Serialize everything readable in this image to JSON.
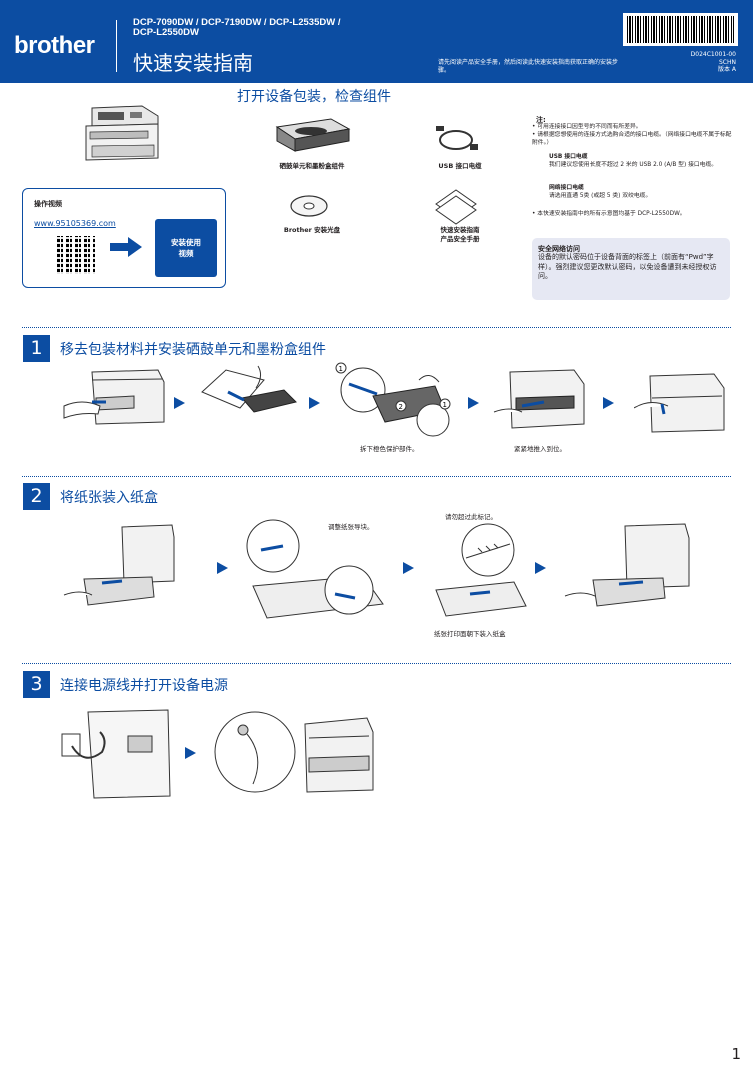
{
  "header": {
    "brand": "brother",
    "models": "DCP-7090DW / DCP-7190DW / DCP-L2535DW /\nDCP-L2550DW",
    "title": "快速安装指南",
    "note": "请先阅读产品安全手册，然后阅读此快速安装指南获取正确的安装步骤。",
    "doc_code": "D024C1001-00",
    "lang": "SCHN",
    "version": "版本 A"
  },
  "unbox": {
    "title": "打开设备包装，检查组件",
    "components": [
      {
        "label": "硒鼓单元和墨粉盒组件"
      },
      {
        "label": "USB 接口电缆"
      },
      {
        "label": "Brother 安装光盘"
      },
      {
        "label": "快速安装指南\n产品安全手册"
      }
    ]
  },
  "video": {
    "title": "操作视频",
    "url": "www.95105369.com",
    "button": "安装使用\n视频"
  },
  "notes": {
    "title": "注:",
    "items": [
      "• 可用连接接口因型号的不同而有所差异。",
      "• 请根据您想使用的连接方式选购合适的接口电缆。（网络接口电缆不属于标配附件。）"
    ],
    "usb_title": "USB 接口电缆",
    "usb_text": "我们建议您使用长度不超过 2 米的 USB 2.0 (A/B 型) 接口电缆。",
    "net_title": "网络接口电缆",
    "net_text": "请选用直通 5类 (或超 5 类) 双绞电缆。",
    "illustration_note": "• 本快速安装指南中的所有示意图均基于 DCP-L2550DW。",
    "security_title": "安全网络访问",
    "security_text": "设备的默认密码位于设备背面的标签上（前面有“Pwd”字样）。强烈建议您更改默认密码，以免设备遭到未经授权访问。"
  },
  "steps": [
    {
      "number": "1",
      "title": "移去包装材料并安装硒鼓单元和墨粉盒组件",
      "captions": [
        "拆下橙色保护部件。",
        "紧紧地推入到位。"
      ]
    },
    {
      "number": "2",
      "title": "将纸张装入纸盒",
      "captions": [
        "调整纸张导块。",
        "请勿超过此标记。",
        "纸张打印面朝下装入纸盒"
      ]
    },
    {
      "number": "3",
      "title": "连接电源线并打开设备电源",
      "captions": []
    }
  ],
  "page_number": "1",
  "colors": {
    "brand_blue": "#0c4da2",
    "security_bg": "#e6e8f3"
  }
}
